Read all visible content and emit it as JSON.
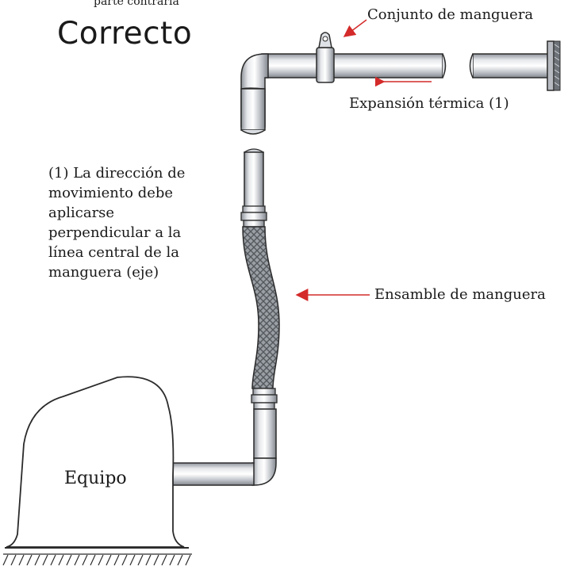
{
  "header": {
    "cut_text": "parte contraria",
    "title": "Correcto"
  },
  "labels": {
    "hose_set": "Conjunto de manguera",
    "thermal_expansion": "Expansión térmica (1)",
    "hose_assembly": "Ensamble de manguera",
    "equipment": "Equipo"
  },
  "note": {
    "lines": [
      "(1) La dirección de",
      "movimiento debe",
      "aplicarse",
      "perpendicular a la",
      "línea central de la",
      "manguera (eje)"
    ]
  },
  "colors": {
    "arrow": "#d42a2a",
    "pipe_fill": "#c9cdd3",
    "outline": "#2b2b2b",
    "braid": "#777b80"
  },
  "icons": {
    "clamp": "pipe-clamp-icon",
    "flange": "wall-flange-icon",
    "ground": "ground-hatch-icon"
  }
}
